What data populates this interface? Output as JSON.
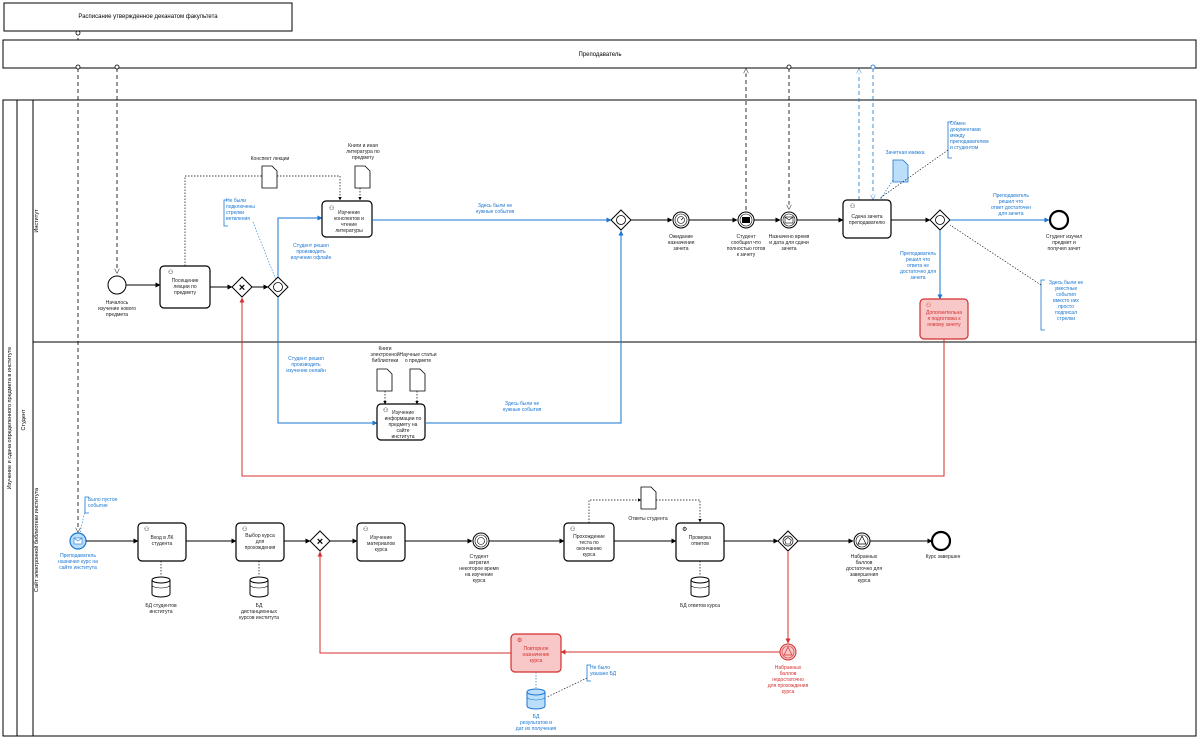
{
  "pools": {
    "top_pool": "Расписание утвержденное деканатом факультета",
    "teacher_pool": "Преподаватель",
    "main_pool": "Изучение и сдача определенного предмета в институте",
    "student_lane": "Студент",
    "institute_lane": "Институт",
    "library_lane": "Сайт электронной библиотеки института"
  },
  "events": {
    "start": "Началось изучение нового предмета",
    "timer_exam": "Ожидание назначения зачета",
    "msg_ready": "Студент сообщил что полностью готов к зачету",
    "msg_date": "Назначено время и дата для сдачи зачета",
    "end_passed": "Студент изучил предмет и получил зачет",
    "lib_start": "Преподаватель назначил курс на сайте института",
    "timer_course": "Студент затратил некоторое время на изучение курса",
    "signal_enough": "Набранных баллов достаточно для завершения курса",
    "end_course": "Курс завершен",
    "signal_not_enough": "Набранных баллов недостаточно для прохождения курса"
  },
  "tasks": {
    "attend": "Посещение лекции по предмету",
    "study_notes": "Изучение конспектов и чтение литературы",
    "study_site": "Изучение информации по предмету на сайте института",
    "pass_exam": "Сдача зачета преподавателю",
    "extra_prep": "Дополнительная подготовка к новому зачету",
    "login": "Вход в ЛК студента",
    "choose_course": "Выбор курса для прохождения",
    "study_course": "Изучение материалов курса",
    "test": "Прохождение теста по окончанию курса",
    "check": "Проверка ответов",
    "repeat": "Повторное назначение курса"
  },
  "data": {
    "lecture_notes": "Конспект лекции",
    "books": "Книги и иная литература по предмету",
    "ebooks": "Книги электронной библиотеки",
    "articles": "Научные статьи о предмете",
    "gradebook": "Зачетная книжка",
    "answers": "Ответы студента",
    "db_students": "БД студентов института",
    "db_courses": "БД дистанционных курсов института",
    "db_answers": "БД ответов курса",
    "db_results": "БД результатов и дат их получения"
  },
  "flows": {
    "offline": "Студент решил производить изучение офлайн",
    "online": "Студент решил производить изучение онлайн",
    "events_1": "Здесь были не нужные события",
    "events_2": "Здесь были не нужные события",
    "enough": "Преподаватель решил что ответ достаточен для зачета",
    "not_enough": "Преподаватель решил что ответа не достаточно для зачета"
  },
  "notes": {
    "no_lectures": "Не были подключены стрелки ветвления",
    "exchange": "Обмен документами между преподавателем и студентом",
    "empty_event": "Было пустое событие",
    "no_db": "Не было указано БД",
    "extra_events": "Здесь были не уместные события вместо них просто подписал стрелки"
  },
  "colors": {
    "blue": "#1976d2",
    "red": "#d32f2f",
    "red_fill": "#f8c8c8",
    "blue_fill": "#bbdefb"
  }
}
